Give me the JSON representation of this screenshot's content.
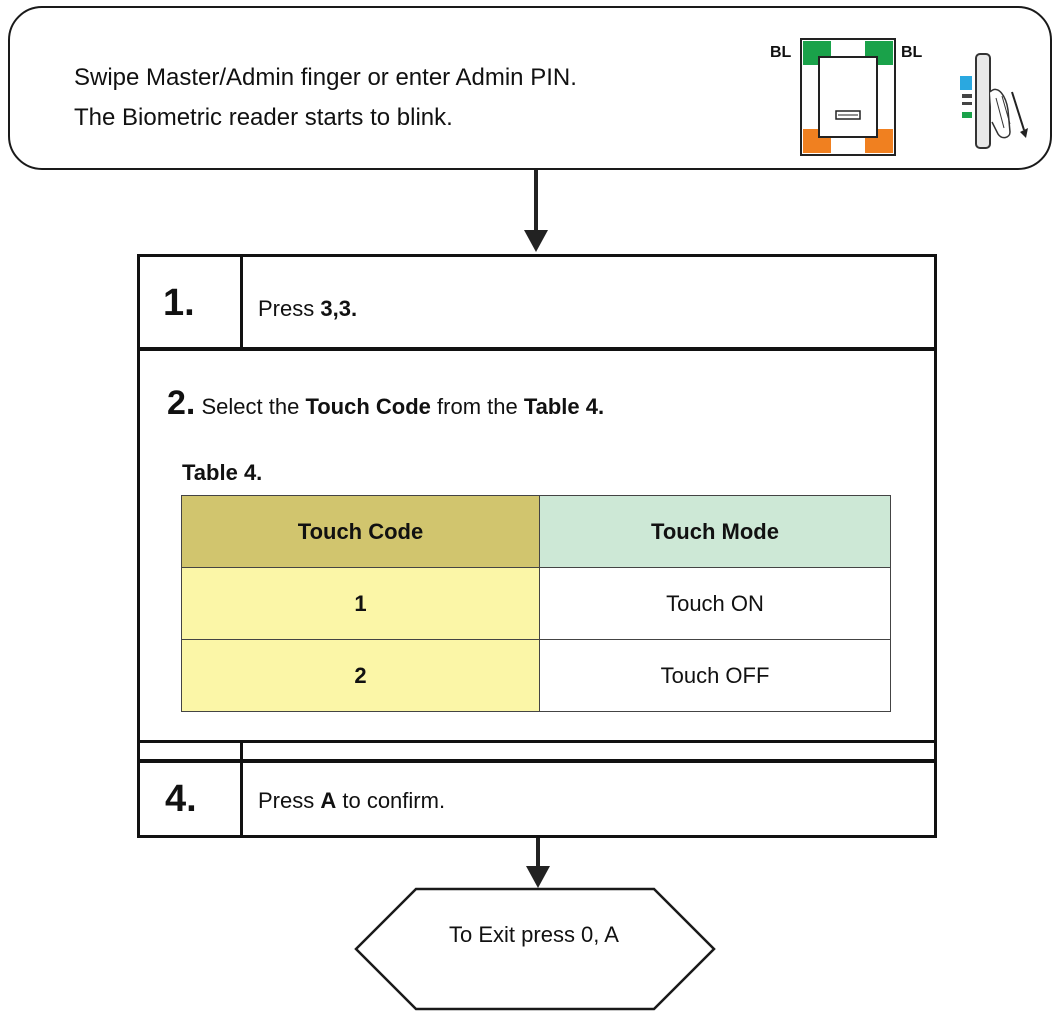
{
  "header": {
    "line1": "Swipe Master/Admin finger or enter Admin PIN.",
    "line2": "The Biometric reader starts to blink.",
    "reader_label_left": "BL",
    "reader_label_right": "BL"
  },
  "steps": {
    "step1": {
      "number": "1.",
      "prefix": "Press ",
      "bold": "3,3."
    },
    "step2": {
      "number": "2.",
      "prefix": " Select the ",
      "bold1": "Touch Code",
      "middle": " from the ",
      "bold2": "Table 4.",
      "table_title": "Table 4."
    },
    "step4": {
      "number": "4.",
      "prefix": "Press ",
      "bold": "A",
      "suffix": " to confirm."
    }
  },
  "table": {
    "headers": [
      "Touch Code",
      "Touch Mode"
    ],
    "rows": [
      [
        "1",
        "Touch ON"
      ],
      [
        "2",
        "Touch OFF"
      ]
    ]
  },
  "exit": {
    "label": "To Exit press 0, A"
  },
  "colors": {
    "reader_green": "#1aa24a",
    "reader_orange": "#f08020",
    "header_code": "#d1c56e",
    "header_mode": "#cde8d6",
    "cell_code": "#fbf6a7"
  }
}
